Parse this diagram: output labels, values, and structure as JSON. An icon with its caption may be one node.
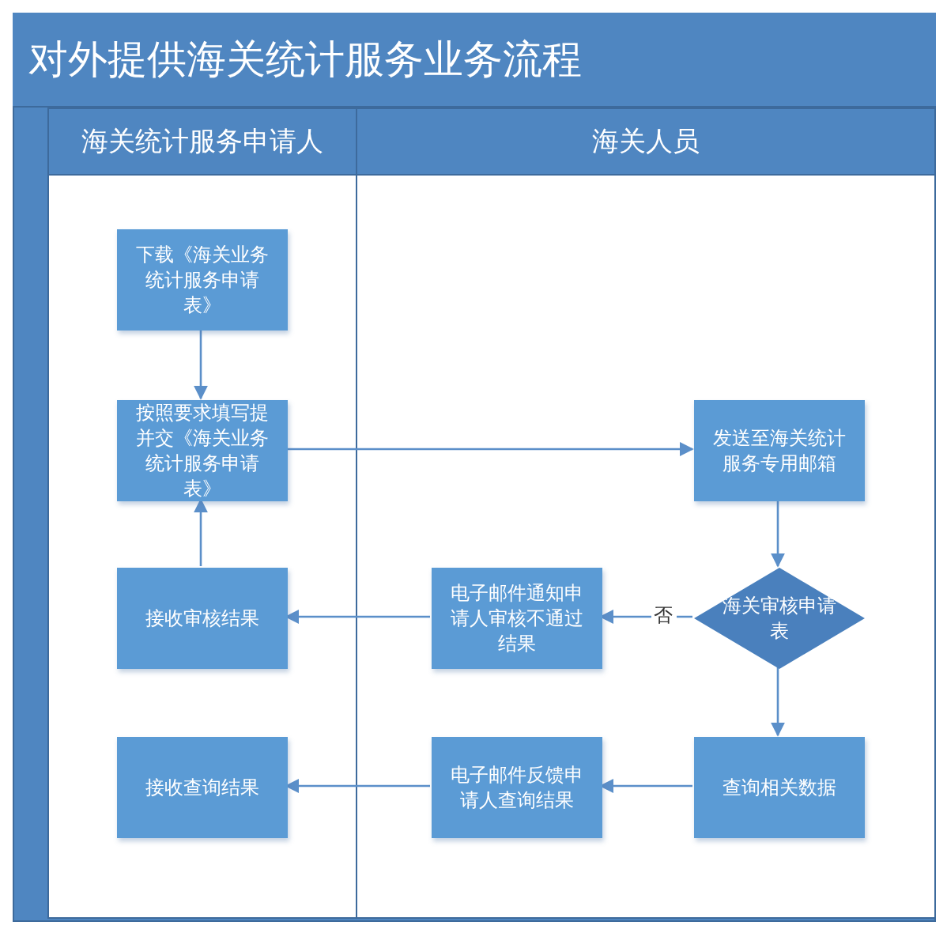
{
  "diagram": {
    "title": "对外提供海关统计服务业务流程",
    "nodes": [
      {
        "text": [
          "海关统计服务申请人"
        ]
      },
      {
        "text": [
          "海关人员"
        ]
      },
      {
        "text": [
          "下载《海关业务统计服务申请表》"
        ],
        "in": 0
      },
      {
        "text": [
          "按照要求填写提并交《海关业务统计服务申请表》"
        ],
        "in": 0
      },
      {
        "text": [
          "接收审核结果"
        ],
        "in": 0
      },
      {
        "text": [
          "接收查询结果"
        ],
        "in": 0
      },
      {
        "text": [
          "发送至海关统计服务专用邮箱"
        ],
        "in": 1
      },
      {
        "text": [
          "电子邮件通知申请人审核不通过结果"
        ],
        "in": 1
      },
      {
        "text": [
          "海关审核申请表"
        ],
        "in": 1
      },
      {
        "text": [
          "电子邮件反馈申请人查询结果"
        ],
        "in": 1
      },
      {
        "text": [
          "查询相关数据"
        ],
        "in": 1
      }
    ],
    "edges": [
      {
        "from": 2,
        "to": 3,
        "arrow": "to"
      },
      {
        "from": 3,
        "to": 6,
        "arrow": "to"
      },
      {
        "from": 6,
        "to": 8,
        "arrow": "to"
      },
      {
        "from": 8,
        "to": 7,
        "arrow": "to",
        "label": "否"
      },
      {
        "from": 7,
        "to": 4,
        "arrow": "to"
      },
      {
        "from": 4,
        "to": 3,
        "arrow": "to"
      },
      {
        "from": 8,
        "to": 10,
        "arrow": "to"
      },
      {
        "from": 10,
        "to": 9,
        "arrow": "to"
      },
      {
        "from": 9,
        "to": 5,
        "arrow": "to"
      }
    ]
  }
}
